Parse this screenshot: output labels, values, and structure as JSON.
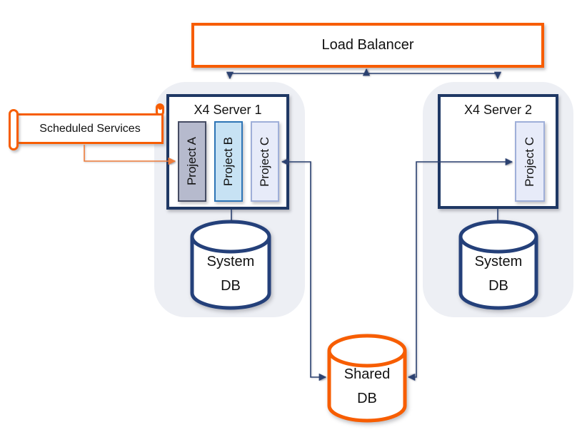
{
  "diagram": {
    "load_balancer": {
      "label": "Load Balancer"
    },
    "scheduled_services": {
      "label": "Scheduled Services"
    },
    "server1": {
      "title": "X4 Server 1",
      "projects": [
        {
          "label": "Project A"
        },
        {
          "label": "Project B"
        },
        {
          "label": "Project C"
        }
      ]
    },
    "server2": {
      "title": "X4 Server 2",
      "projects": [
        {
          "label": "Project C"
        }
      ]
    },
    "system_db_1": {
      "lines": [
        "System",
        "DB"
      ]
    },
    "system_db_2": {
      "lines": [
        "System",
        "DB"
      ]
    },
    "shared_db": {
      "lines": [
        "Shared",
        "DB"
      ]
    },
    "colors": {
      "orange": "#f75d00",
      "orange_connector": "#ef7d3b",
      "navy_border": "#1f3864",
      "navy_connector": "#2b4170",
      "cylinder_navy": "#24407a",
      "container_gray": "#edeff4",
      "project_a_fill": "#b6bacd",
      "project_a_border": "#454c63",
      "project_b_fill": "#c7e2f4",
      "project_b_border": "#2e75b6",
      "project_c_fill": "#e7ebf9",
      "project_c_border": "#9fafd9"
    }
  }
}
